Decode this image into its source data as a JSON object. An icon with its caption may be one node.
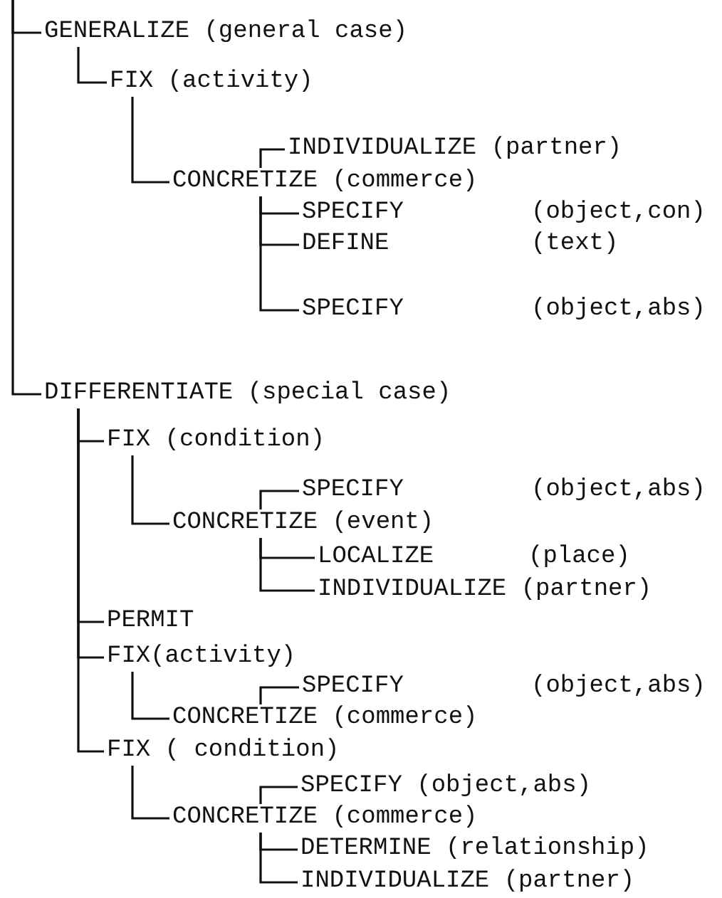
{
  "diagram": {
    "nodes": [
      {
        "text": [
          "GENERALIZE (general case)"
        ]
      },
      {
        "text": [
          "FIX (activity)"
        ]
      },
      {
        "text": [
          "INDIVIDUALIZE (partner)"
        ]
      },
      {
        "text": [
          "CONCRETIZE (commerce)"
        ]
      },
      {
        "text": [
          "SPECIFY",
          "(object,con)"
        ]
      },
      {
        "text": [
          "DEFINE",
          "(text)"
        ]
      },
      {
        "text": [
          "SPECIFY",
          "(object,abs)"
        ]
      },
      {
        "text": [
          "DIFFERENTIATE (special case)"
        ]
      },
      {
        "text": [
          "FIX (condition)"
        ]
      },
      {
        "text": [
          "SPECIFY",
          "(object,abs)"
        ]
      },
      {
        "text": [
          "CONCRETIZE (event)"
        ]
      },
      {
        "text": [
          "LOCALIZE",
          "(place)"
        ]
      },
      {
        "text": [
          "INDIVIDUALIZE (partner)"
        ]
      },
      {
        "text": [
          "PERMIT"
        ]
      },
      {
        "text": [
          "FIX(activity)"
        ]
      },
      {
        "text": [
          "SPECIFY",
          "(object,abs)"
        ]
      },
      {
        "text": [
          "CONCRETIZE (commerce)"
        ]
      },
      {
        "text": [
          "FIX ( condition)"
        ]
      },
      {
        "text": [
          "SPECIFY (object,abs)"
        ]
      },
      {
        "text": [
          "CONCRETIZE (commerce)"
        ]
      },
      {
        "text": [
          "DETERMINE (relationship)"
        ]
      },
      {
        "text": [
          "INDIVIDUALIZE (partner)"
        ]
      }
    ],
    "edges": [
      {
        "from": null,
        "to": 0,
        "arrow": "none"
      },
      {
        "from": 0,
        "to": 1,
        "arrow": "none"
      },
      {
        "from": 3,
        "to": 2,
        "arrow": "none"
      },
      {
        "from": 1,
        "to": 3,
        "arrow": "none"
      },
      {
        "from": 3,
        "to": 4,
        "arrow": "none"
      },
      {
        "from": 3,
        "to": 5,
        "arrow": "none"
      },
      {
        "from": 3,
        "to": 6,
        "arrow": "none"
      },
      {
        "from": null,
        "to": 7,
        "arrow": "none"
      },
      {
        "from": 7,
        "to": 8,
        "arrow": "none"
      },
      {
        "from": 10,
        "to": 9,
        "arrow": "none"
      },
      {
        "from": 8,
        "to": 10,
        "arrow": "none"
      },
      {
        "from": 10,
        "to": 11,
        "arrow": "none"
      },
      {
        "from": 10,
        "to": 12,
        "arrow": "none"
      },
      {
        "from": 7,
        "to": 13,
        "arrow": "none"
      },
      {
        "from": 7,
        "to": 14,
        "arrow": "none"
      },
      {
        "from": 16,
        "to": 15,
        "arrow": "none"
      },
      {
        "from": 14,
        "to": 16,
        "arrow": "none"
      },
      {
        "from": 7,
        "to": 17,
        "arrow": "none"
      },
      {
        "from": 19,
        "to": 18,
        "arrow": "none"
      },
      {
        "from": 17,
        "to": 19,
        "arrow": "none"
      },
      {
        "from": 19,
        "to": 20,
        "arrow": "none"
      },
      {
        "from": 19,
        "to": 21,
        "arrow": "none"
      }
    ]
  }
}
